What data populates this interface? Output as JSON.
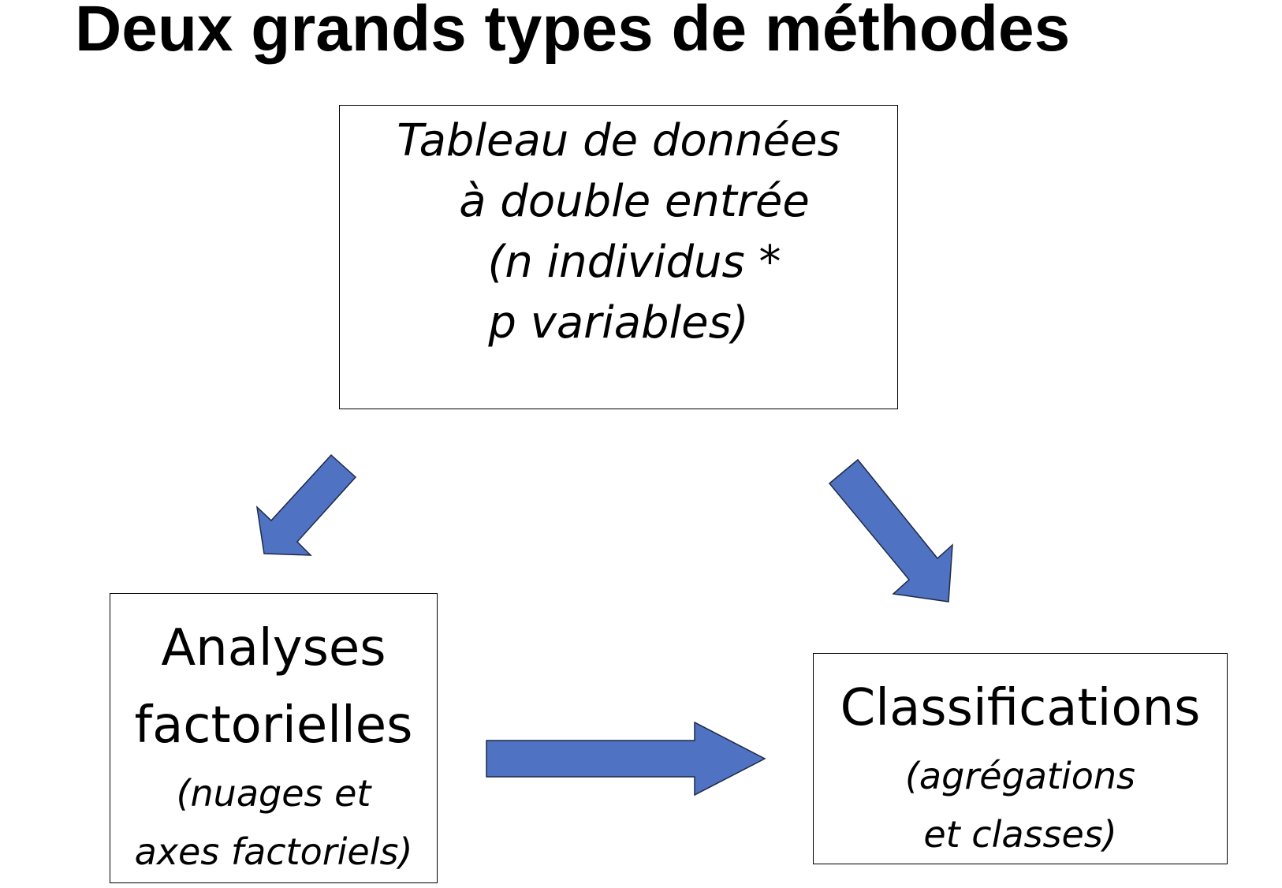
{
  "title": "Deux grands types de méthodes",
  "source_box": {
    "lines": [
      "Tableau de données",
      "à double entrée",
      "(n individus *",
      "p variables)"
    ]
  },
  "factorial_box": {
    "title_lines": [
      "Analyses",
      "factorielles"
    ],
    "subtitle_lines": [
      "(nuages et",
      "axes factoriels)"
    ]
  },
  "classification_box": {
    "title": "Classifications",
    "subtitle_lines": [
      "(agrégations",
      "et classes)"
    ]
  },
  "colors": {
    "arrow_fill": "#4f72c3",
    "arrow_stroke": "#1f2a44",
    "box_border": "#000000",
    "text": "#000000"
  },
  "icons": {
    "arrow_to_factorial": "arrow-down-left-icon",
    "arrow_to_classification": "arrow-down-right-icon",
    "arrow_factorial_to_classification": "arrow-right-icon"
  }
}
